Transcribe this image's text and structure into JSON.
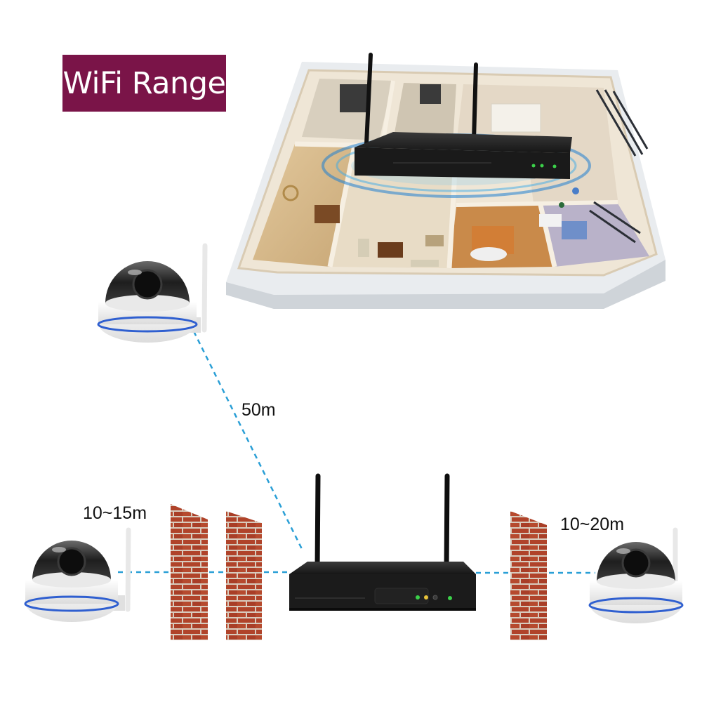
{
  "title": "WiFi Range",
  "distances": {
    "top_camera": "50m",
    "left_camera": "10~15m",
    "right_camera": "10~20m"
  },
  "colors": {
    "badge_background": "#7a1448",
    "badge_text": "#ffffff",
    "signal_line": "#2a9fd6",
    "brick": "#b5452b",
    "mortar": "#d9cfc3",
    "nvr_body": "#1c1c1c",
    "camera_shell": "#f4f4f4",
    "camera_ring": "#2f5fd0",
    "wifi_ellipse": "#3ba9e8"
  },
  "icons": [
    "nvr-recorder-icon",
    "dome-camera-icon",
    "brick-wall-icon",
    "floor-plan-illustration"
  ]
}
